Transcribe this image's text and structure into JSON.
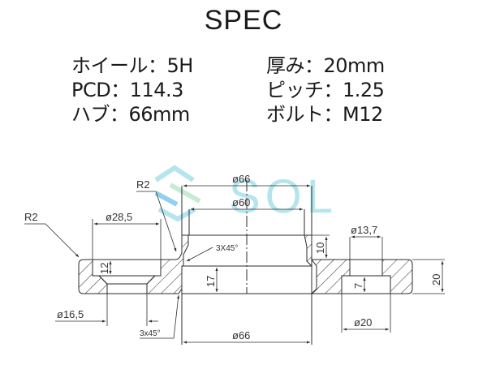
{
  "title": "SPEC",
  "specs": {
    "left": [
      {
        "label": "ホイール",
        "sep": "：",
        "value": "5H"
      },
      {
        "label": "PCD",
        "sep": "：",
        "value": "114.3"
      },
      {
        "label": "ハブ",
        "sep": "：",
        "value": "66mm"
      }
    ],
    "right": [
      {
        "label": "厚み",
        "sep": "：",
        "value": "20mm"
      },
      {
        "label": "ピッチ",
        "sep": "：",
        "value": "1.25"
      },
      {
        "label": "ボルト",
        "sep": "：",
        "value": "M12"
      }
    ]
  },
  "watermark": {
    "text": "SOL",
    "colors": {
      "cyan": "#a8e0ea",
      "blue": "#7ec8ee",
      "green": "#bfe6cf"
    }
  },
  "drawing": {
    "dimensions": {
      "r2_left": "R2",
      "r2_hub": "R2",
      "d28_5": "ø28,5",
      "d16_5": "ø16,5",
      "d66_top": "ø66",
      "d60": "ø60",
      "d66_bottom": "ø66",
      "d13_7": "ø13,7",
      "d20": "ø20",
      "h12": "12",
      "h17": "17",
      "h10": "10",
      "h7": "7",
      "h20": "20",
      "chamfer_top": "3X45°",
      "chamfer_bottom": "3x45°"
    },
    "colors": {
      "line": "#2b2b2b",
      "hatch": "#2b2b2b"
    }
  }
}
